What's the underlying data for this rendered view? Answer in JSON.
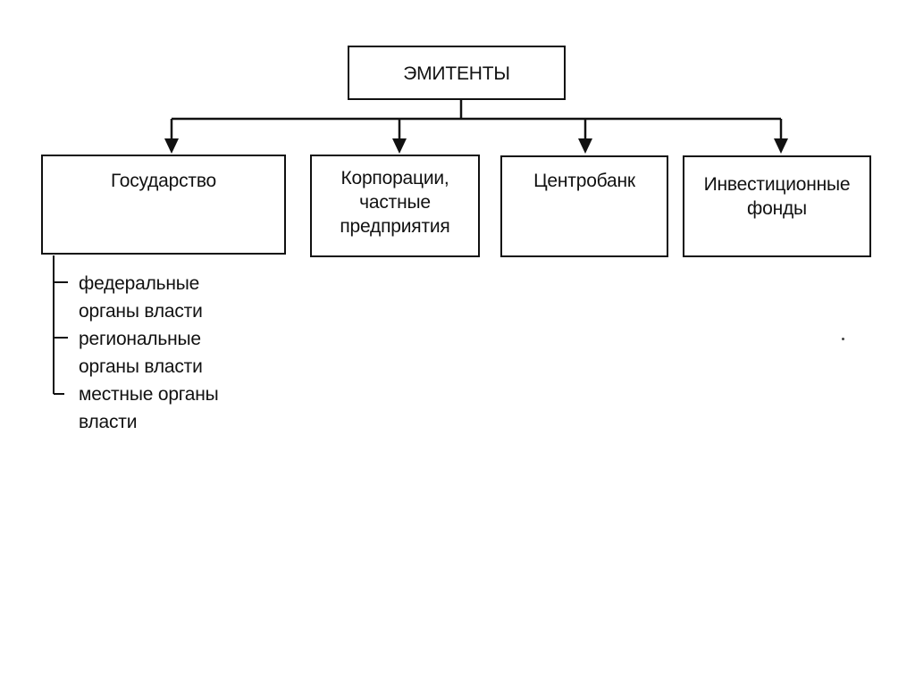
{
  "root": {
    "label": "ЭМИТЕНТЫ"
  },
  "children": [
    {
      "label": "Государство"
    },
    {
      "label": "Корпорации,\nчастные\nпредприятия"
    },
    {
      "label": "Центробанк"
    },
    {
      "label": "Инвестиционные\nфонды"
    }
  ],
  "state_subitems": [
    {
      "line1": "федеральные",
      "line2": "органы власти"
    },
    {
      "line1": "региональные",
      "line2": "органы власти"
    },
    {
      "line1": "местные органы",
      "line2": "власти"
    }
  ]
}
